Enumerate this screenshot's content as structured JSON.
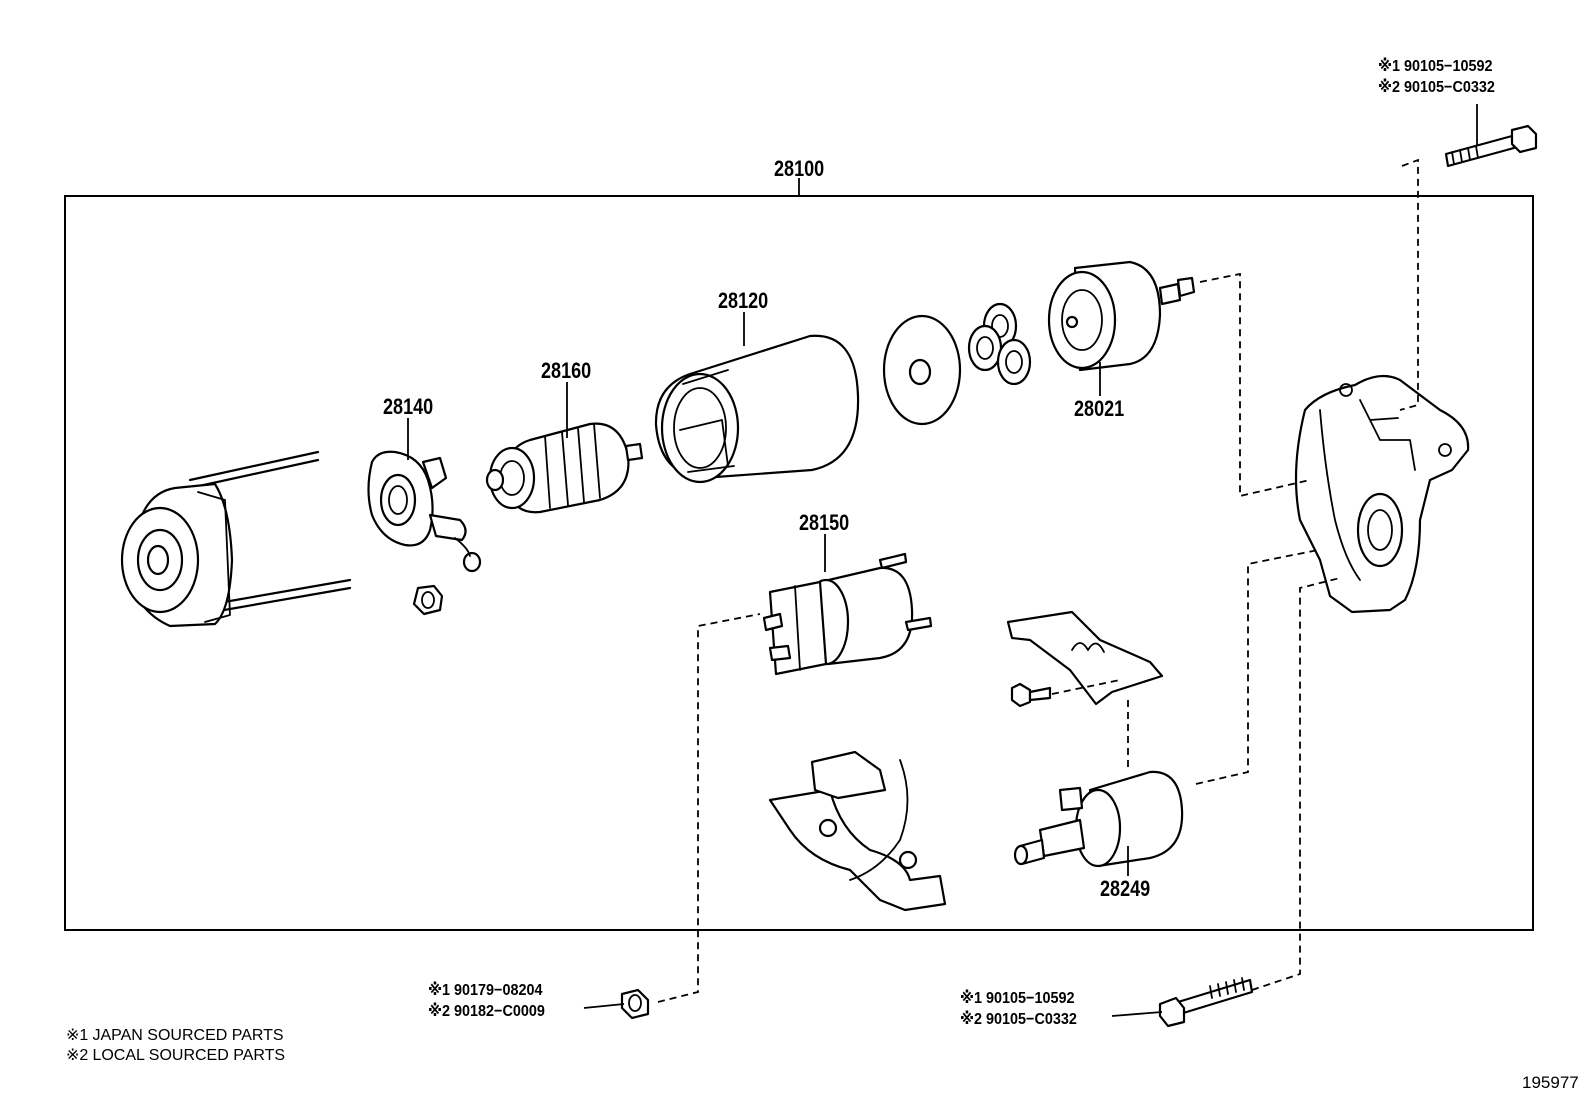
{
  "assembly": {
    "number": "28100"
  },
  "parts": {
    "p28120": "28120",
    "p28160": "28160",
    "p28140": "28140",
    "p28021": "28021",
    "p28150": "28150",
    "p28249": "28249"
  },
  "fasteners": {
    "top_bolt": {
      "line1": "※1  90105−10592",
      "line2": "※2  90105−C0332"
    },
    "bottom_nut": {
      "line1": "※1  90179−08204",
      "line2": "※2  90182−C0009"
    },
    "bottom_bolt": {
      "line1": "※1  90105−10592",
      "line2": "※2  90105−C0332"
    }
  },
  "legend": {
    "note1": {
      "mark": "※1",
      "text": "JAPAN SOURCED PARTS"
    },
    "note2": {
      "mark": "※2",
      "text": "LOCAL SOURCED PARTS"
    }
  },
  "diagram_id": "195977"
}
